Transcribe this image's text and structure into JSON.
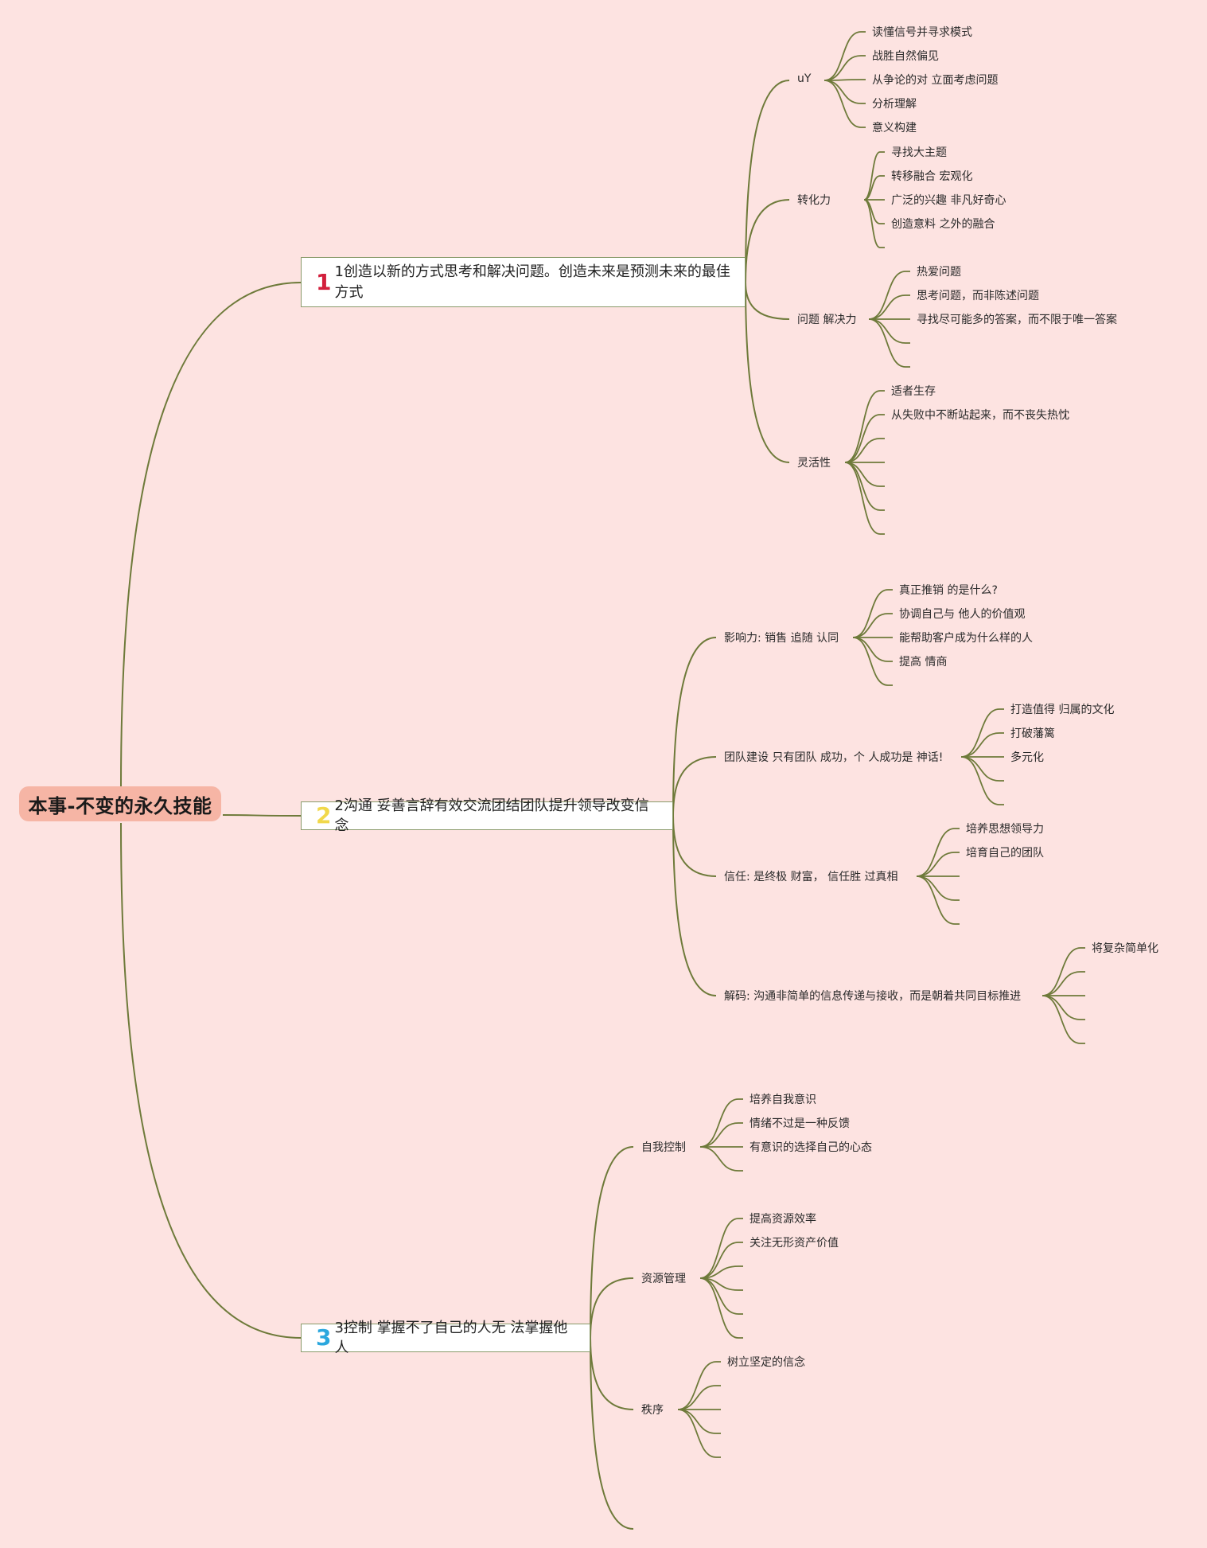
{
  "root": "本事-不变的永久技能",
  "colors": {
    "background": "#fde3e1",
    "root_fill": "#f6b5a5",
    "link": "#6e7a3a",
    "branch_border": "#8a9a6a",
    "badge_1": "#d21f3c",
    "badge_2": "#f1d84a",
    "badge_3": "#2aa7de"
  },
  "branches": [
    {
      "badge": "1",
      "label": "1创造以新的方式思考和解决问题。创造未来是预测未来的最佳方式",
      "subs": [
        {
          "label": "uY",
          "leaves": [
            "读懂信号并寻求模式",
            "战胜自然偏见",
            "从争论的对 立面考虑问题",
            "分析理解",
            "意义构建"
          ]
        },
        {
          "label": "转化力",
          "leaves": [
            "寻找大主题",
            "转移融合 宏观化",
            "广泛的兴趣 非凡好奇心",
            "创造意料 之外的融合",
            ""
          ]
        },
        {
          "label": "问题 解决力",
          "leaves": [
            "热爱问题",
            "思考问题，而非陈述问题",
            "寻找尽可能多的答案，而不限于唯一答案",
            "",
            ""
          ]
        },
        {
          "label": "灵活性",
          "leaves": [
            "适者生存",
            "从失败中不断站起来，而不丧失热忱",
            "",
            "",
            "",
            "",
            ""
          ]
        }
      ]
    },
    {
      "badge": "2",
      "label": "2沟通 妥善言辞有效交流团结团队提升领导改变信念",
      "subs": [
        {
          "label": "影响力: 销售 追随 认同",
          "leaves": [
            "真正推销 的是什么?",
            "协调自己与 他人的价值观",
            "能帮助客户成为什么样的人",
            "提高 情商",
            ""
          ]
        },
        {
          "label": "团队建设 只有团队 成功，个 人成功是 神话!",
          "leaves": [
            "打造值得 归属的文化",
            "打破藩篱",
            "多元化",
            "",
            ""
          ]
        },
        {
          "label": "信任:   是终极 财富，  信任胜 过真相",
          "leaves": [
            "培养思想领导力",
            "培育自己的团队",
            "",
            "",
            ""
          ]
        },
        {
          "label": "解码:   沟通非简单的信息传递与接收，而是朝着共同目标推进",
          "leaves": [
            "将复杂简单化",
            "",
            "",
            "",
            ""
          ]
        }
      ]
    },
    {
      "badge": "3",
      "label": "3控制 掌握不了自己的人无 法掌握他人",
      "subs": [
        {
          "label": "自我控制",
          "leaves": [
            "培养自我意识",
            "情绪不过是一种反馈",
            "有意识的选择自己的心态",
            ""
          ]
        },
        {
          "label": "资源管理",
          "leaves": [
            "提高资源效率",
            "关注无形资产价值",
            "",
            "",
            "",
            ""
          ]
        },
        {
          "label": "秩序",
          "leaves": [
            "树立坚定的信念",
            "",
            "",
            "",
            ""
          ]
        },
        {
          "label": "",
          "leaves": []
        }
      ]
    }
  ]
}
